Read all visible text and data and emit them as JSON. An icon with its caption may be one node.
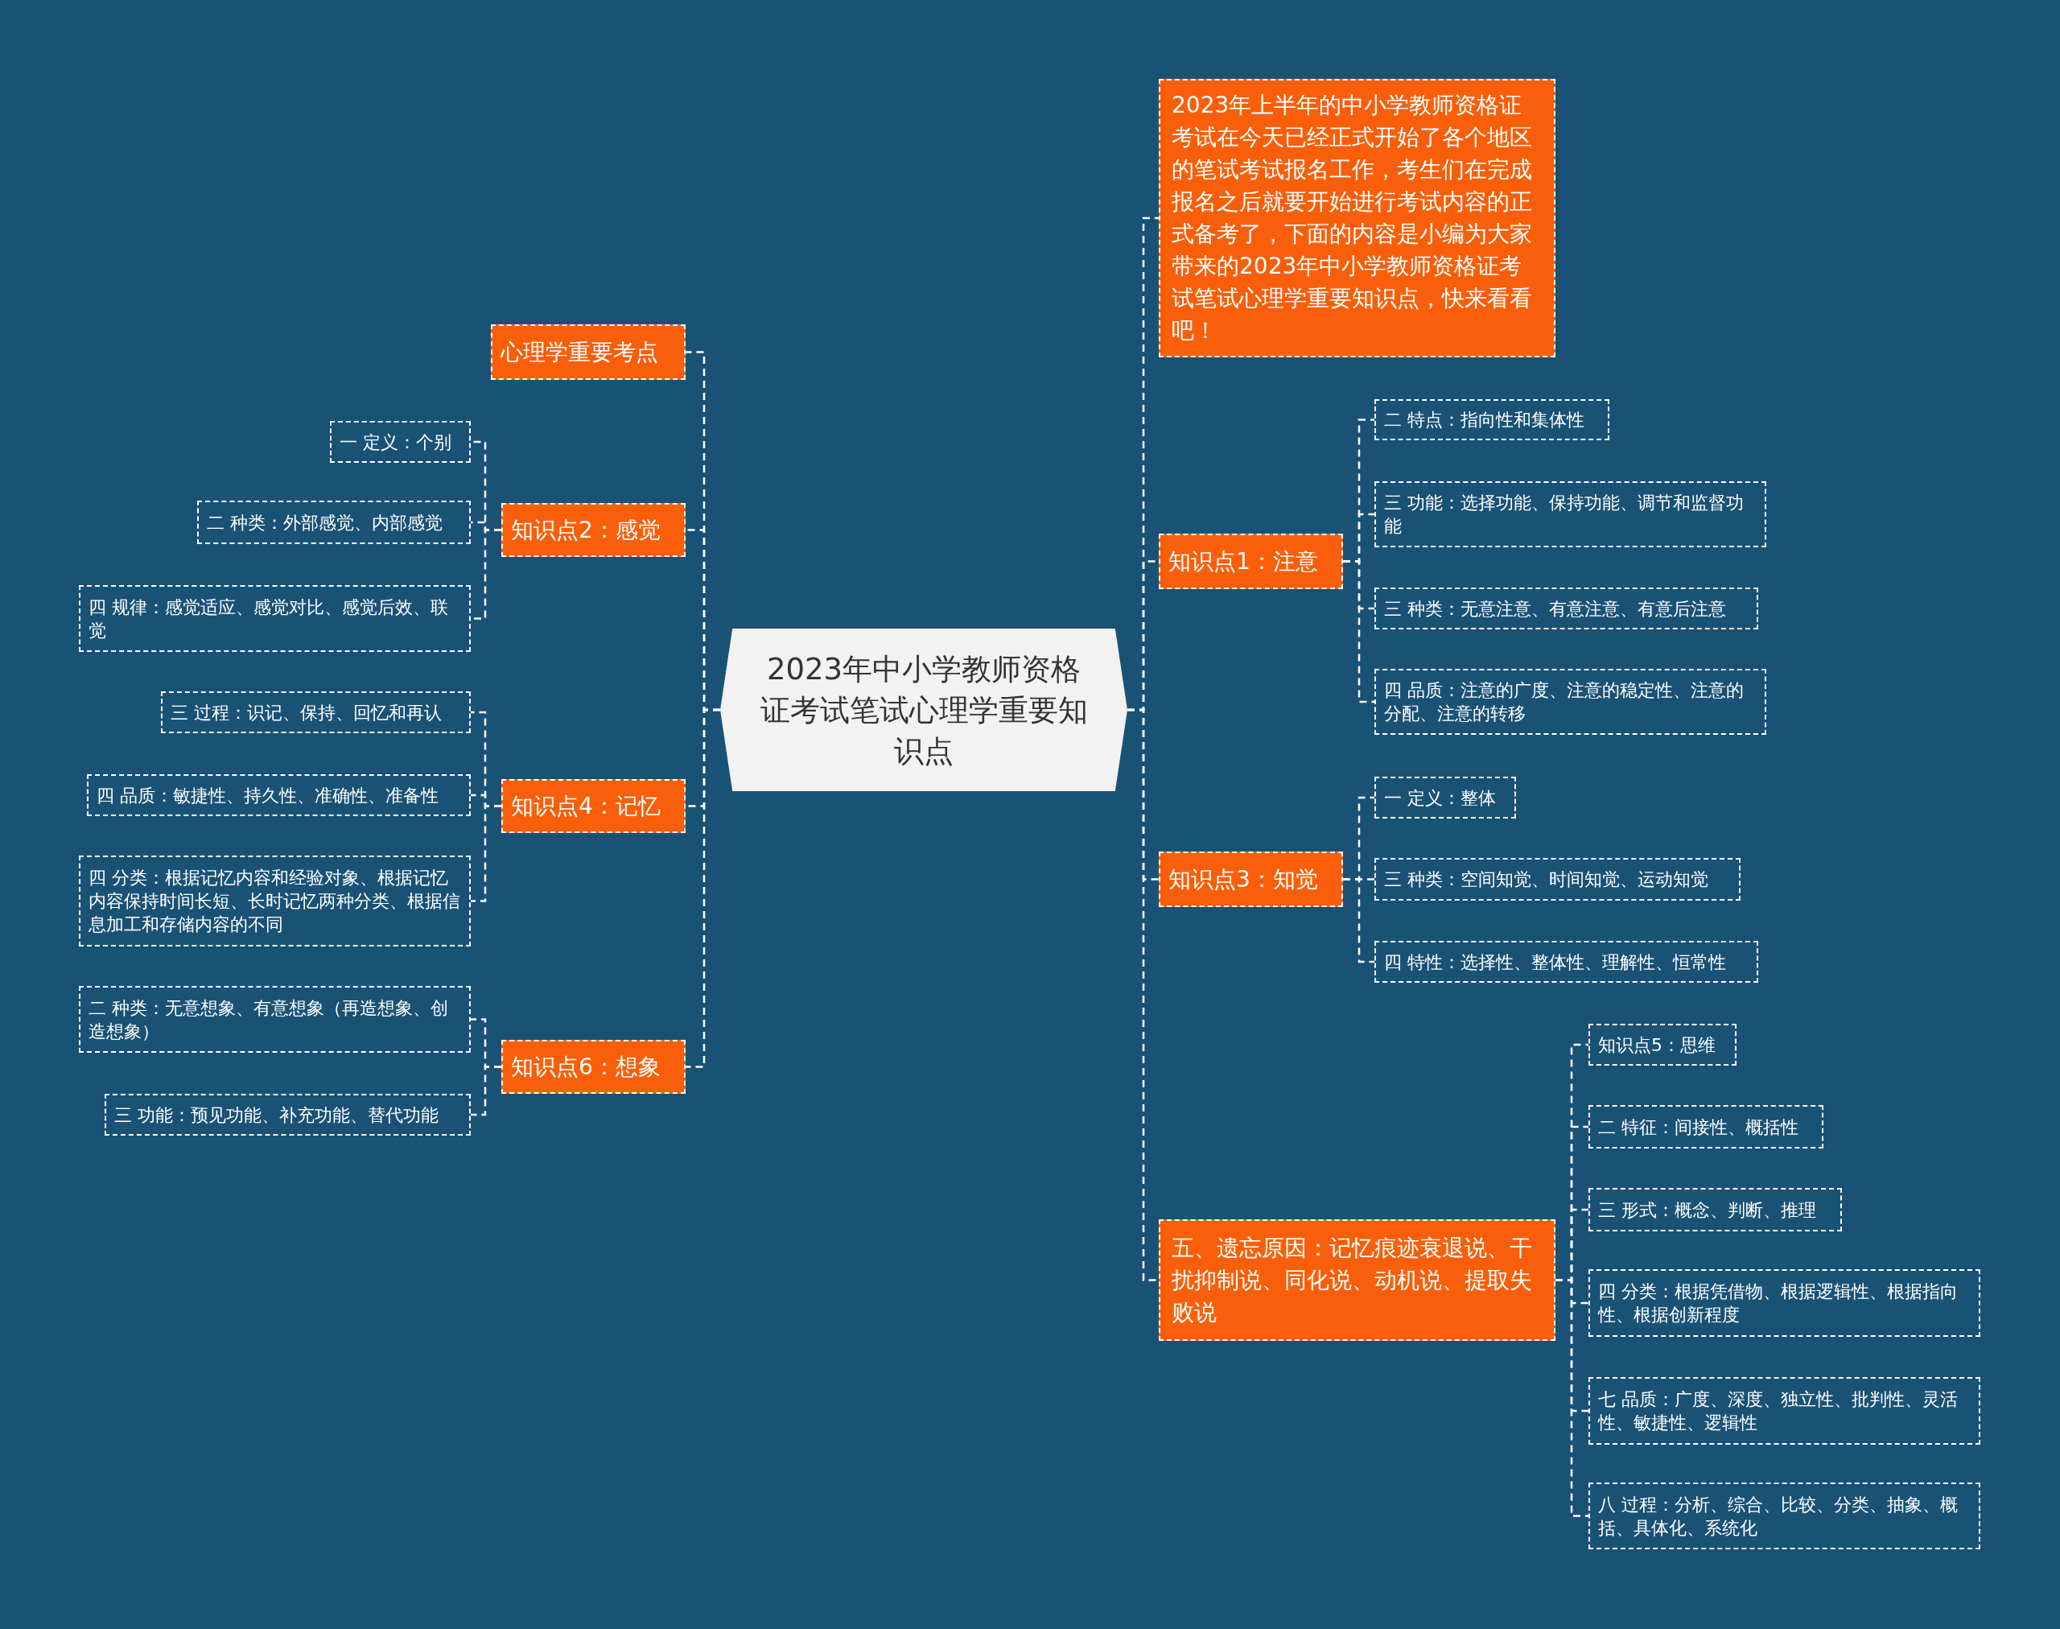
{
  "diagram": {
    "nodes": [
      {
        "text": [
          "2023年中小学教师资格证考试笔试心理学重要知识点"
        ]
      },
      {
        "text": [
          "心理学重要考点"
        ]
      },
      {
        "text": [
          "知识点2：感觉"
        ]
      },
      {
        "text": [
          "一 定义：个别"
        ]
      },
      {
        "text": [
          "二 种类：外部感觉、内部感觉"
        ]
      },
      {
        "text": [
          "四 规律：感觉适应、感觉对比、感觉后效、联觉"
        ]
      },
      {
        "text": [
          "知识点4：记忆"
        ]
      },
      {
        "text": [
          "三 过程：识记、保持、回忆和再认"
        ]
      },
      {
        "text": [
          "四 品质：敏捷性、持久性、准确性、准备性"
        ]
      },
      {
        "text": [
          "四 分类：根据记忆内容和经验对象、根据记忆内容保持时间长短、长时记忆两种分类、根据信息加工和存储内容的不同"
        ]
      },
      {
        "text": [
          "知识点6：想象"
        ]
      },
      {
        "text": [
          "二 种类：无意想象、有意想象（再造想象、创造想象）"
        ]
      },
      {
        "text": [
          "三 功能：预见功能、补充功能、替代功能"
        ]
      },
      {
        "text": [
          "2023年上半年的中小学教师资格证考试在今天已经正式开始了各个地区的笔试考试报名工作，考生们在完成报名之后就要开始进行考试内容的正式备考了，下面的内容是小编为大家带来的2023年中小学教师资格证考试笔试心理学重要知识点，快来看看吧！"
        ]
      },
      {
        "text": [
          "知识点1：注意"
        ]
      },
      {
        "text": [
          "二 特点：指向性和集体性"
        ]
      },
      {
        "text": [
          "三 功能：选择功能、保持功能、调节和监督功能"
        ]
      },
      {
        "text": [
          "三 种类：无意注意、有意注意、有意后注意"
        ]
      },
      {
        "text": [
          "四 品质：注意的广度、注意的稳定性、注意的分配、注意的转移"
        ]
      },
      {
        "text": [
          "知识点3：知觉"
        ]
      },
      {
        "text": [
          "一 定义：整体"
        ]
      },
      {
        "text": [
          "三 种类：空间知觉、时间知觉、运动知觉"
        ]
      },
      {
        "text": [
          "四 特性：选择性、整体性、理解性、恒常性"
        ]
      },
      {
        "text": [
          "五、遗忘原因：记忆痕迹衰退说、干扰抑制说、同化说、动机说、提取失败说"
        ]
      },
      {
        "text": [
          "知识点5：思维"
        ]
      },
      {
        "text": [
          "二 特征：间接性、概括性"
        ]
      },
      {
        "text": [
          "三 形式：概念、判断、推理"
        ]
      },
      {
        "text": [
          "四 分类：根据凭借物、根据逻辑性、根据指向性、根据创新程度"
        ]
      },
      {
        "text": [
          "七 品质：广度、深度、独立性、批判性、灵活性、敏捷性、逻辑性"
        ]
      },
      {
        "text": [
          "八 过程：分析、综合、比较、分类、抽象、概括、具体化、系统化"
        ]
      }
    ],
    "edges": [
      {
        "from": 0,
        "to": 1,
        "arrow": "none"
      },
      {
        "from": 0,
        "to": 2,
        "arrow": "none"
      },
      {
        "from": 0,
        "to": 6,
        "arrow": "none"
      },
      {
        "from": 0,
        "to": 10,
        "arrow": "none"
      },
      {
        "from": 0,
        "to": 13,
        "arrow": "none"
      },
      {
        "from": 0,
        "to": 14,
        "arrow": "none"
      },
      {
        "from": 0,
        "to": 19,
        "arrow": "none"
      },
      {
        "from": 0,
        "to": 23,
        "arrow": "none"
      },
      {
        "from": 2,
        "to": 3,
        "arrow": "none"
      },
      {
        "from": 2,
        "to": 4,
        "arrow": "none"
      },
      {
        "from": 2,
        "to": 5,
        "arrow": "none"
      },
      {
        "from": 6,
        "to": 7,
        "arrow": "none"
      },
      {
        "from": 6,
        "to": 8,
        "arrow": "none"
      },
      {
        "from": 6,
        "to": 9,
        "arrow": "none"
      },
      {
        "from": 10,
        "to": 11,
        "arrow": "none"
      },
      {
        "from": 10,
        "to": 12,
        "arrow": "none"
      },
      {
        "from": 14,
        "to": 15,
        "arrow": "none"
      },
      {
        "from": 14,
        "to": 16,
        "arrow": "none"
      },
      {
        "from": 14,
        "to": 17,
        "arrow": "none"
      },
      {
        "from": 14,
        "to": 18,
        "arrow": "none"
      },
      {
        "from": 19,
        "to": 20,
        "arrow": "none"
      },
      {
        "from": 19,
        "to": 21,
        "arrow": "none"
      },
      {
        "from": 19,
        "to": 22,
        "arrow": "none"
      },
      {
        "from": 23,
        "to": 24,
        "arrow": "none"
      },
      {
        "from": 23,
        "to": 25,
        "arrow": "none"
      },
      {
        "from": 23,
        "to": 26,
        "arrow": "none"
      },
      {
        "from": 23,
        "to": 27,
        "arrow": "none"
      },
      {
        "from": 23,
        "to": 28,
        "arrow": "none"
      },
      {
        "from": 23,
        "to": 29,
        "arrow": "none"
      }
    ]
  }
}
